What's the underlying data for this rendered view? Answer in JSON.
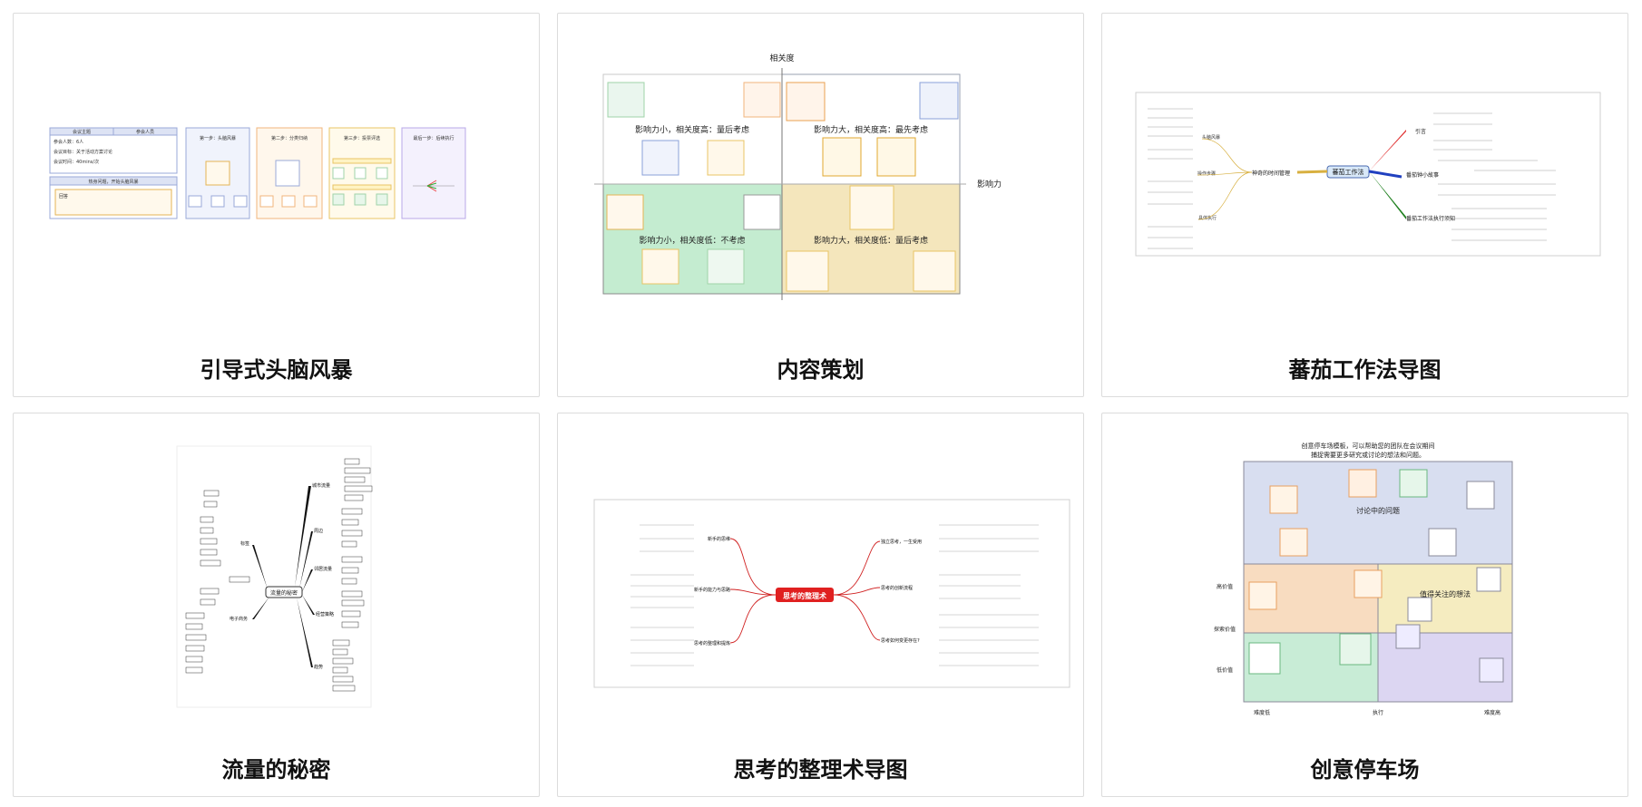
{
  "cards": [
    {
      "title": "引导式头脑风暴"
    },
    {
      "title": "内容策划"
    },
    {
      "title": "蕃茄工作法导图"
    },
    {
      "title": "流量的秘密"
    },
    {
      "title": "思考的整理术导图"
    },
    {
      "title": "创意停车场"
    }
  ],
  "c1": {
    "h1": "会议主题",
    "h2": "参会人员",
    "l1": "参会人数：6人",
    "l2": "会议目标：关于活动方案讨论",
    "l3": "会议时间：40mins/次",
    "p1": "热身问题，开始头脑风暴",
    "p2": "回答",
    "s1": "第一步：头脑风暴",
    "s2": "第二步：分类归纳",
    "s3": "第三步：投票评选",
    "s4": "最后一步：后续执行"
  },
  "c2": {
    "yaxis": "相关度",
    "xaxis": "影响力",
    "q1": "影响力小，相关度高：量后考虑",
    "q2": "影响力大，相关度高：最先考虑",
    "q3": "影响力小，相关度低：不考虑",
    "q4": "影响力大，相关度低：量后考虑"
  },
  "c3": {
    "center": "蕃茄工作法",
    "left": "神奇的时间管理",
    "b1": "引言",
    "b2": "番茄钟小故事",
    "b3": "番茄工作法执行须知",
    "l1": "头脑风暴",
    "l2": "操作步骤",
    "l3": "具体执行"
  },
  "c4": {
    "center": "流量的秘密",
    "r1": "城市流量",
    "r2": "周边",
    "r3": "邻居流量",
    "r4": "经营策略",
    "r5": "趋势",
    "l1": "标签",
    "l2": "电子商务"
  },
  "c5": {
    "center": "思考的整理术",
    "l1": "新手的思维",
    "l2": "新手的能力与思路",
    "l3": "思考的整理和提炼",
    "r1": "独立思考，一生受用",
    "r2": "思考的创新流程",
    "r3": "思考如何变更存在?"
  },
  "c6": {
    "title": "创意停车场模板，可以帮助您的团队在会议期间",
    "title2": "捕捉需要更多研究或讨论的想法和问题。",
    "main": "讨论中的问题",
    "side": "值得关注的想法",
    "y1": "高价值",
    "y2": "探索价值",
    "y3": "低价值",
    "x1": "难度低",
    "x2": "执行",
    "x3": "难度高",
    "colors": {
      "top": "#d8def0",
      "orange": "#f8dcc0",
      "yellow": "#f5ecc0",
      "green": "#c8ecd6",
      "purple": "#dcd6f2"
    }
  }
}
